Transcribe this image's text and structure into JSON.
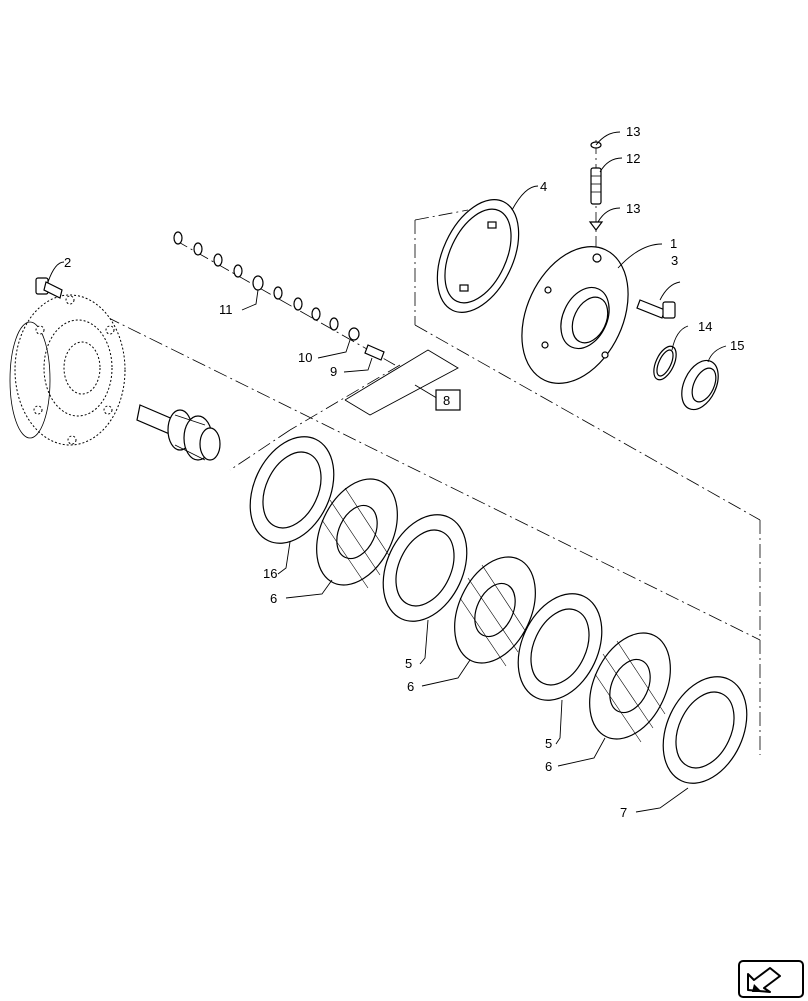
{
  "diagram": {
    "callouts": [
      {
        "id": "c13a",
        "label": "13"
      },
      {
        "id": "c12",
        "label": "12"
      },
      {
        "id": "c13b",
        "label": "13"
      },
      {
        "id": "c4",
        "label": "4"
      },
      {
        "id": "c1",
        "label": "1"
      },
      {
        "id": "c3",
        "label": "3"
      },
      {
        "id": "c2",
        "label": "2"
      },
      {
        "id": "c11",
        "label": "11"
      },
      {
        "id": "c14",
        "label": "14"
      },
      {
        "id": "c15",
        "label": "15"
      },
      {
        "id": "c10",
        "label": "10"
      },
      {
        "id": "c9",
        "label": "9"
      },
      {
        "id": "c8",
        "label": "8"
      },
      {
        "id": "c16",
        "label": "16"
      },
      {
        "id": "c6a",
        "label": "6"
      },
      {
        "id": "c5a",
        "label": "5"
      },
      {
        "id": "c6b",
        "label": "6"
      },
      {
        "id": "c5b",
        "label": "5"
      },
      {
        "id": "c6c",
        "label": "6"
      },
      {
        "id": "c7",
        "label": "7"
      }
    ]
  },
  "navigation": {
    "icon": "arrow-icon"
  }
}
